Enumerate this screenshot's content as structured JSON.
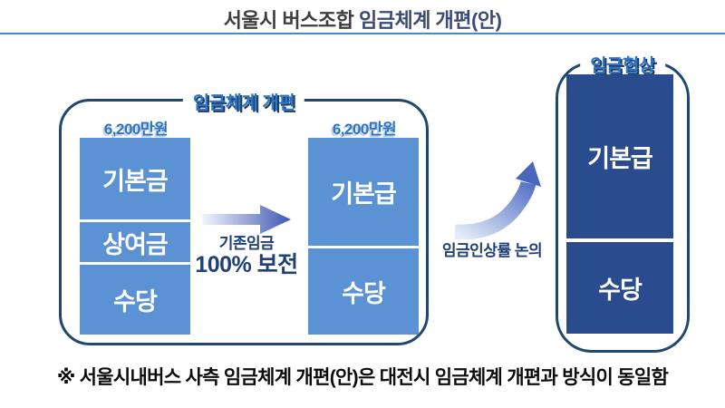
{
  "title": {
    "prefix": "서울시 버스조합 ",
    "highlight": "임금체계 개편(안)"
  },
  "reform_group": {
    "label": "임금체계 개편",
    "before": {
      "amount": "6,200만원",
      "segments": [
        "기본금",
        "상여금",
        "수당"
      ]
    },
    "after": {
      "amount": "6,200만원",
      "segments": [
        "기본급",
        "수당"
      ]
    },
    "transition_arrow": {
      "caption_line1": "기존임금",
      "caption_line2": "100% 보전"
    }
  },
  "negotiation": {
    "label": "임금협상",
    "segments": [
      "기본급",
      "수당"
    ],
    "arrow_caption": "임금인상률 논의"
  },
  "footnote": "※ 서울시내버스 사측 임금체계 개편(안)은 대전시 임금체계 개편과 방식이 동일함",
  "colors": {
    "accent_blue": "#2e76c0",
    "border_navy": "#204672",
    "light_box_blue": "#5b92d4",
    "dark_box_navy": "#2a4b8d",
    "divider_blue": "#4f88bc",
    "caption_navy": "#20407a",
    "title_gray": "#3d3d41",
    "title_blue": "#3c4a77"
  }
}
